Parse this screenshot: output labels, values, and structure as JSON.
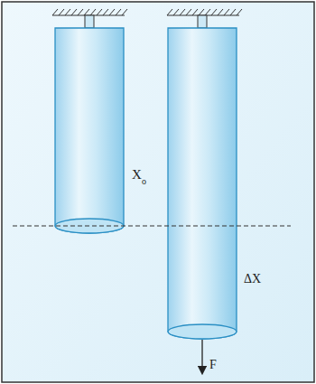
{
  "diagram": {
    "labels": [
      "X",
      "o",
      "ΔX",
      "F"
    ]
  }
}
